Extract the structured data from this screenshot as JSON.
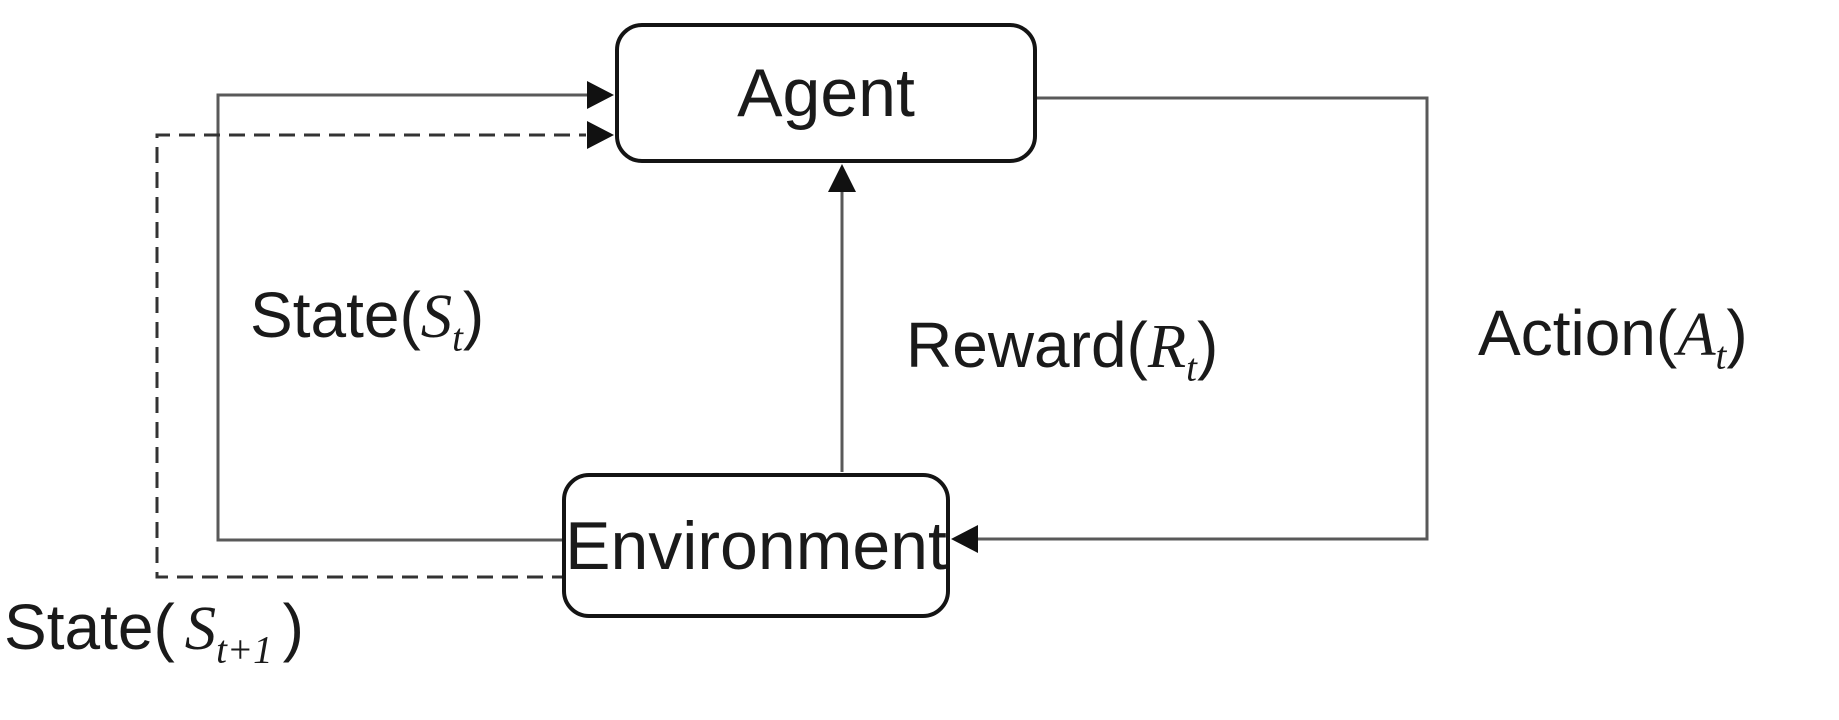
{
  "diagram": {
    "type": "flow-diagram",
    "topic": "reinforcement-learning agent-environment loop",
    "nodes": {
      "agent": {
        "label": "Agent"
      },
      "environment": {
        "label": "Environment"
      }
    },
    "labels": {
      "state": {
        "prefix": "State(",
        "var": "S",
        "sub": "t",
        "suffix": ")"
      },
      "reward": {
        "prefix": "Reward(",
        "var": "R",
        "sub": "t",
        "suffix": ")"
      },
      "action": {
        "prefix": "Action(",
        "var": "A",
        "sub": "t",
        "suffix": ")"
      },
      "next_state": {
        "prefix": "State(",
        "var": "S",
        "sub": "t+1",
        "suffix": ")"
      }
    },
    "edges": [
      {
        "name": "state",
        "from": "environment",
        "to": "agent",
        "style": "solid"
      },
      {
        "name": "next_state",
        "from": "environment",
        "to": "agent",
        "style": "dashed"
      },
      {
        "name": "reward",
        "from": "environment",
        "to": "agent",
        "style": "solid"
      },
      {
        "name": "action",
        "from": "agent",
        "to": "environment",
        "style": "solid"
      }
    ],
    "colors": {
      "background": "#ffffff",
      "connector": "#595959",
      "dashed_connector": "#333333",
      "box_border": "#141414",
      "text": "#1a1a1a",
      "arrowhead": "#111111"
    }
  }
}
